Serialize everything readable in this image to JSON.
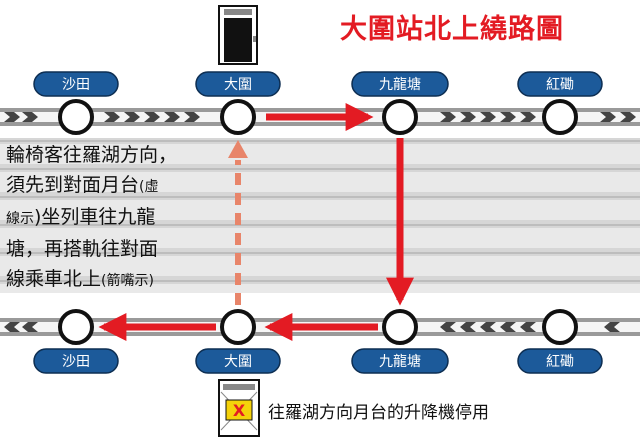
{
  "title": "大圍站北上繞路圖",
  "top_line": {
    "stations": [
      "沙田",
      "大圍",
      "九龍塘",
      "紅磡"
    ]
  },
  "bottom_line": {
    "stations": [
      "沙田",
      "大圍",
      "九龍塘",
      "紅磡"
    ]
  },
  "note": {
    "line1": "輪椅客往羅湖方向，",
    "line2a": "須先到對面月台",
    "line2b": "(虛",
    "line3a": "線示",
    "line3b": ")坐列車往九龍",
    "line4": "塘，再搭軌往對面",
    "line5a": "線乘車北上",
    "line5b": "(箭嘴示)"
  },
  "footer": "往羅湖方向月台的升降機停用",
  "colors": {
    "route": "#e31b23",
    "pill": "#1c5a9a",
    "track_band": "#d9d9d9"
  },
  "icons": {
    "top_icon": "elevator-icon",
    "bottom_icon": "elevator-out-of-service-icon"
  }
}
